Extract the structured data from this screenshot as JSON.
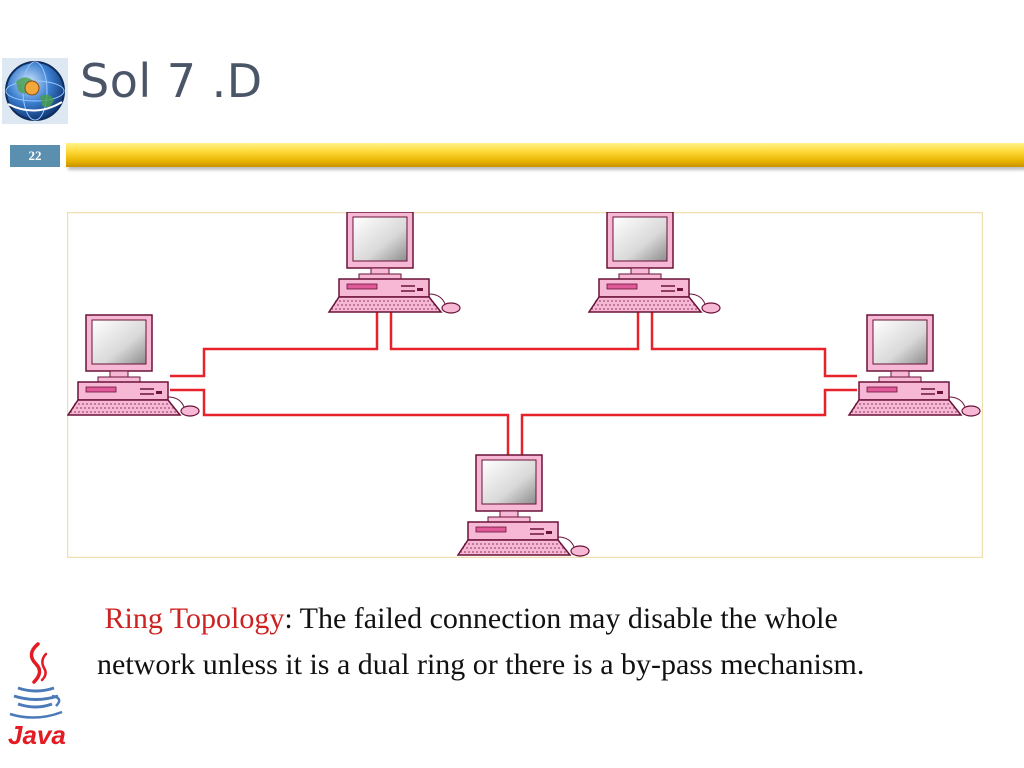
{
  "slide": {
    "title": "Sol 7 .D",
    "page_number": "22"
  },
  "caption": {
    "term": "Ring Topology",
    "text": ": The failed connection may disable the whole network unless it is a dual ring or there is a by-pass mechanism."
  },
  "diagram": {
    "nodes": [
      "computer-top-left",
      "computer-top-right",
      "computer-left",
      "computer-right",
      "computer-bottom"
    ],
    "colors": {
      "cable": "#e8222a",
      "computer_body": "#f7b8d6",
      "computer_outline": "#6a1238",
      "frame": "#f0e0b0"
    }
  },
  "java_logo": {
    "wordmark": "Java",
    "icon": "java-coffee-cup-icon"
  },
  "course_logo": {
    "icon": "globe-logo-icon"
  }
}
